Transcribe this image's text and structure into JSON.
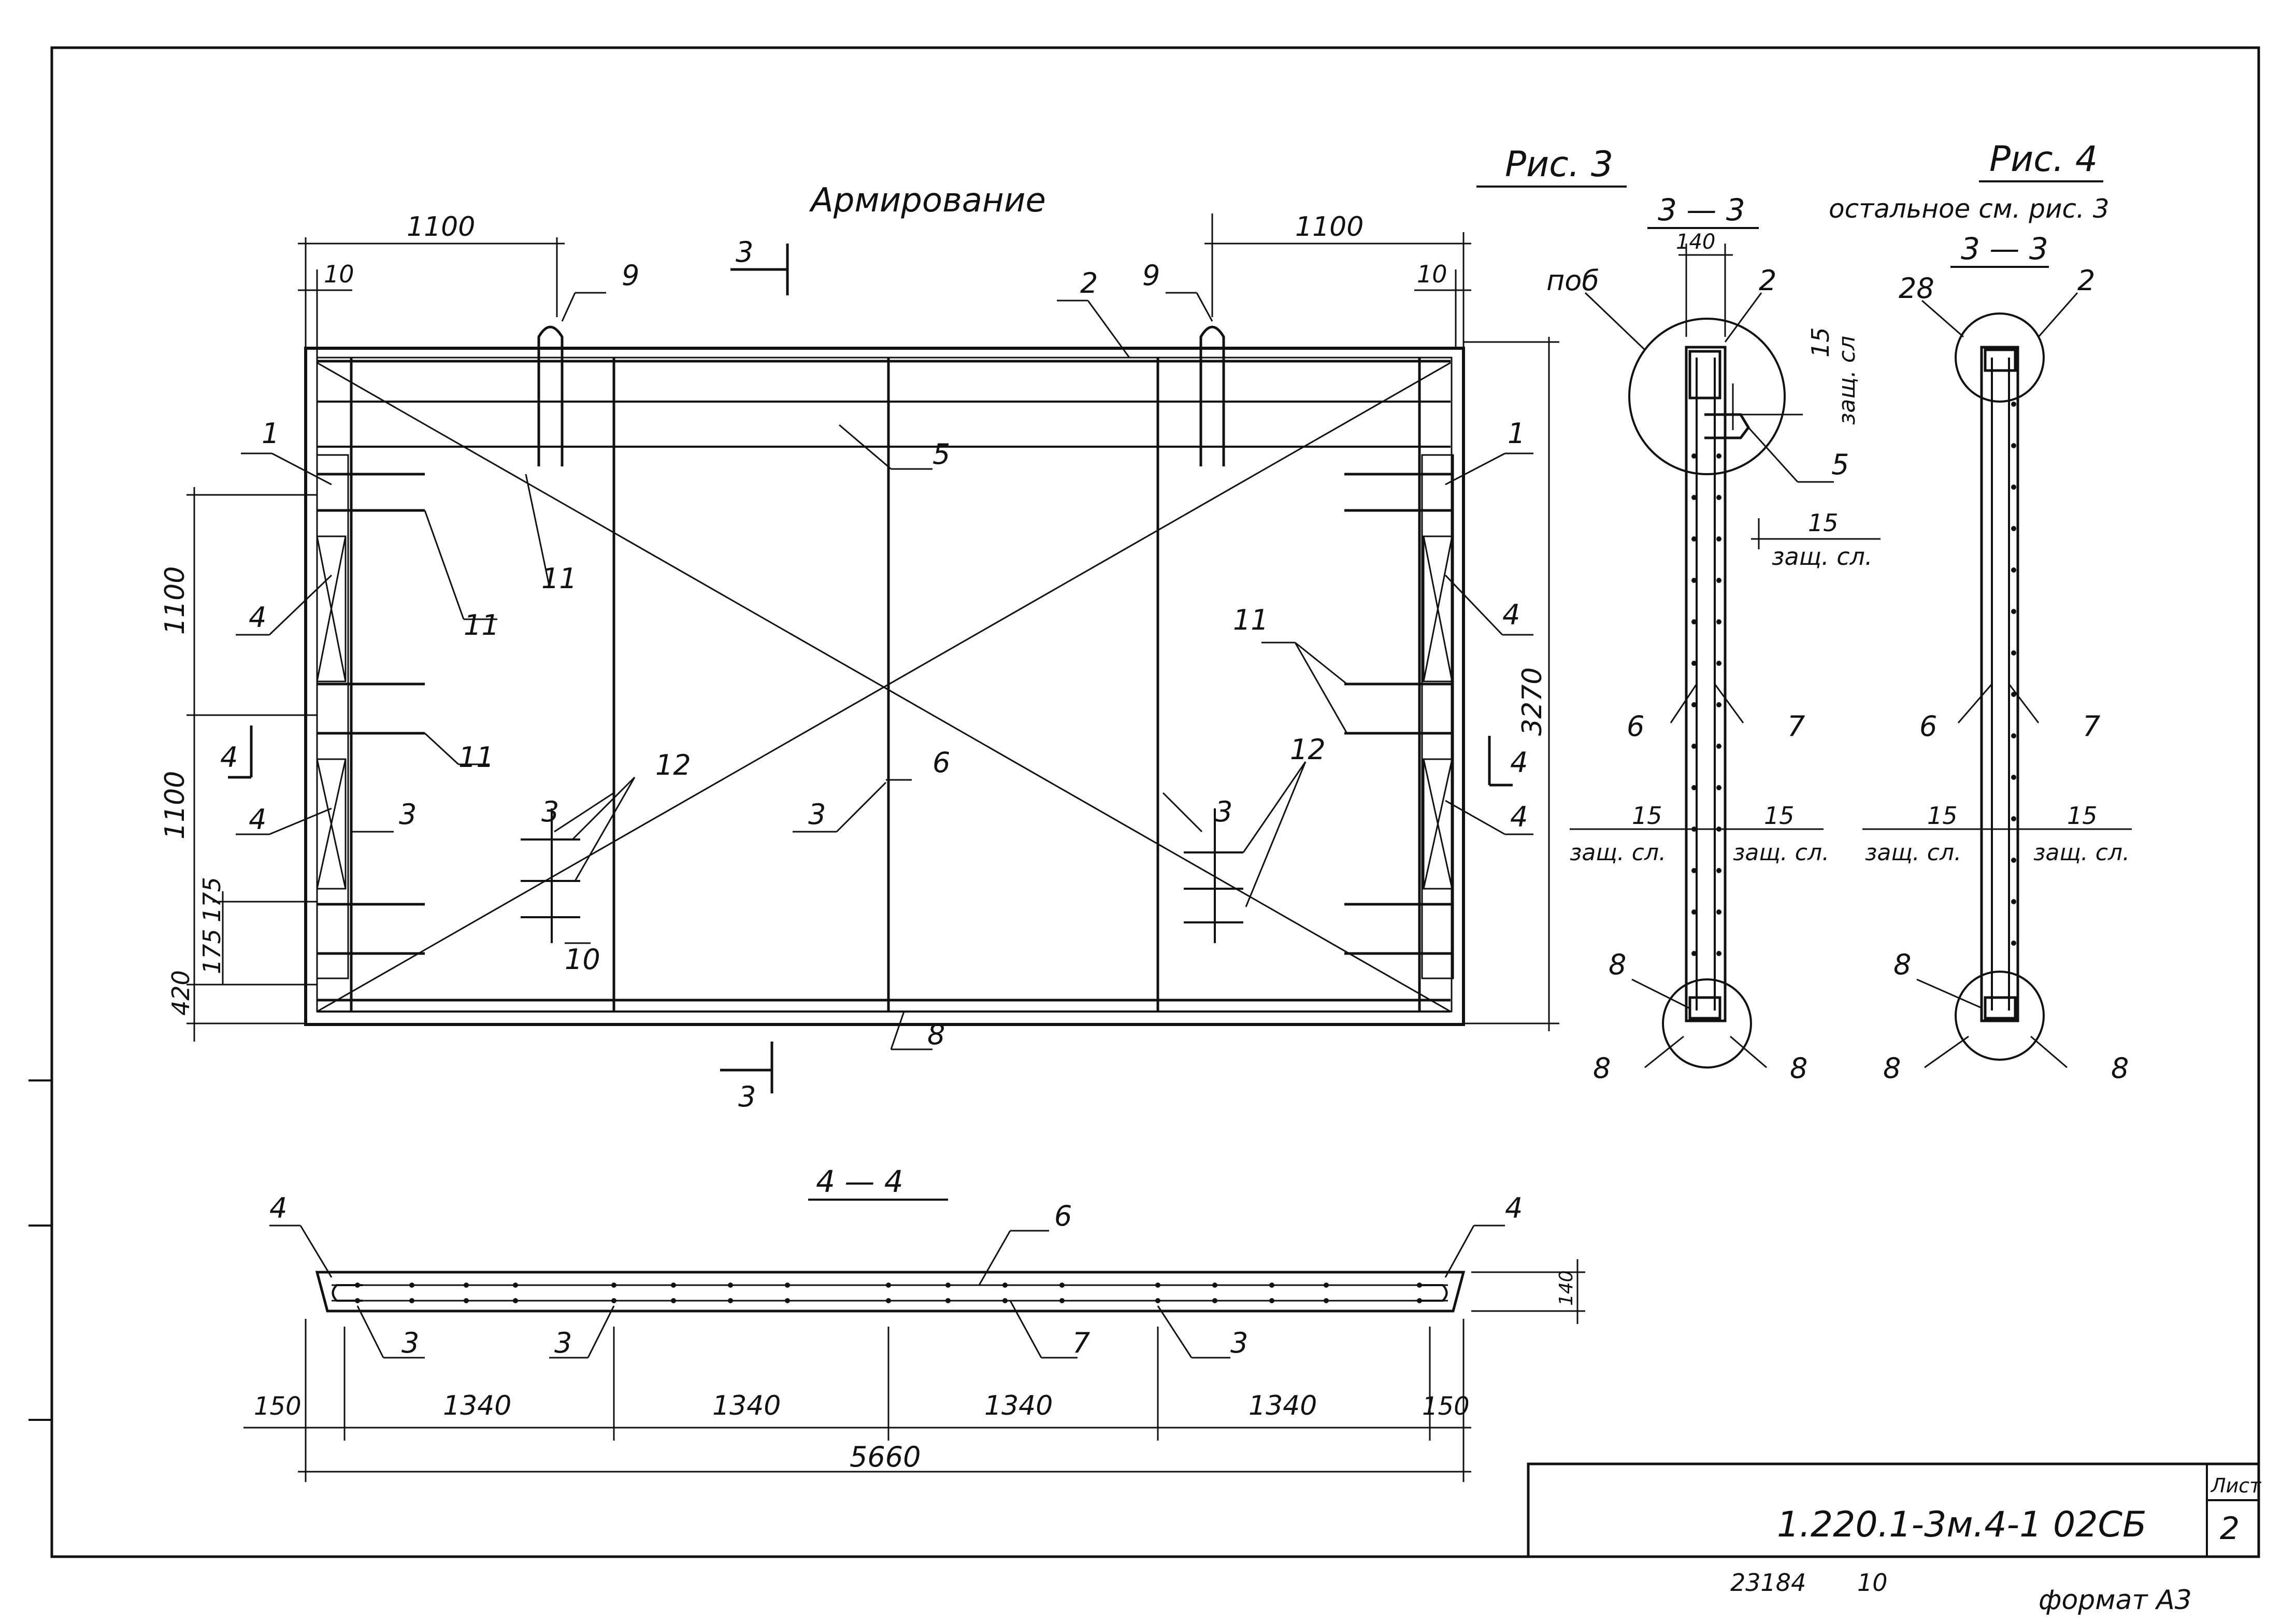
{
  "title": "Армирование",
  "fig3": {
    "title": "Рис. 3",
    "section": "3 — 3",
    "width": "140",
    "pos6": "поб",
    "pos2": "2",
    "pos5": "5",
    "cover_15": "15",
    "cover_label": "защ. сл.",
    "cover_label_top": "защ. сл",
    "pos6_lbl": "6",
    "pos7_lbl": "7",
    "pos8": "8"
  },
  "fig4": {
    "title": "Рис. 4",
    "note": "остальное см. рис. 3",
    "section": "3 — 3",
    "pos28": "28",
    "pos2": "2",
    "pos6": "6",
    "pos7": "7",
    "pos8": "8",
    "cover_15": "15",
    "cover_label": "защ. сл."
  },
  "plan": {
    "dim_1100": "1100",
    "dim_10": "10",
    "dim_3270": "3270",
    "dim_420": "420",
    "dim_175": "175",
    "cut_3": "3",
    "cut_4": "4",
    "pos": {
      "p1": "1",
      "p2": "2",
      "p3": "3",
      "p4": "4",
      "p5": "5",
      "p6": "6",
      "p8": "8",
      "p9": "9",
      "p10": "10",
      "p11": "11",
      "p12": "12"
    }
  },
  "section44": {
    "title": "4 — 4",
    "pos3": "3",
    "pos4": "4",
    "pos6": "6",
    "pos7": "7",
    "dim_140": "140",
    "dim_150": "150",
    "dim_1340": "1340",
    "dim_5660": "5660"
  },
  "stamp": {
    "doc_code": "1.220.1-3м.4-1 02СБ",
    "sheet_label": "Лист",
    "sheet_no": "2",
    "inv": "23184",
    "inv2": "10",
    "format": "формат А3"
  }
}
